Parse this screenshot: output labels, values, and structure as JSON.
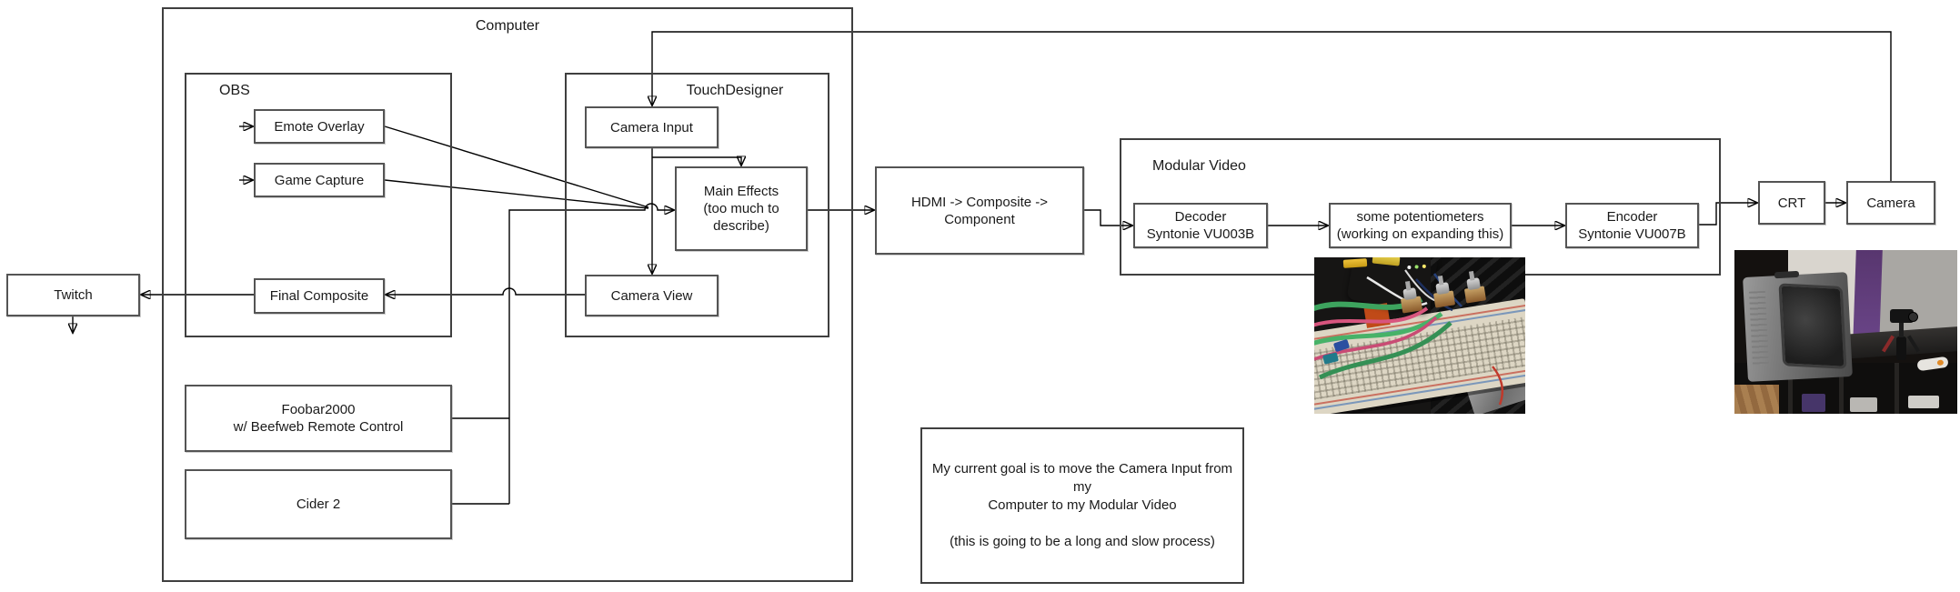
{
  "colors": {
    "line": "#000000",
    "node_border": "#545454",
    "container_border": "#3f3f3f",
    "photo_orange_device": "#e76a1e",
    "photo_green_cable": "#3da35e",
    "photo_pink_cable": "#d8557e",
    "photo_purple_stripe": "#5f3c82",
    "photo_breadboard": "#ddd6c4"
  },
  "diagram": {
    "computer": {
      "label": "Computer"
    },
    "obs": {
      "label": "OBS"
    },
    "touchdesigner": {
      "label": "TouchDesigner"
    },
    "modular_video": {
      "label": "Modular Video"
    },
    "nodes": {
      "twitch": {
        "label": "Twitch"
      },
      "emote_overlay": {
        "label": "Emote Overlay"
      },
      "game_capture": {
        "label": "Game Capture"
      },
      "final_composite": {
        "label": "Final Composite"
      },
      "camera_input": {
        "label": "Camera Input"
      },
      "main_effects": {
        "line1": "Main Effects",
        "line2": "(too much to describe)"
      },
      "camera_view": {
        "label": "Camera View"
      },
      "hdmi_converter": {
        "label": "HDMI -> Composite -> Component"
      },
      "decoder": {
        "line1": "Decoder",
        "line2": "Syntonie VU003B"
      },
      "potentiometers": {
        "line1": "some potentiometers",
        "line2": "(working on expanding this)"
      },
      "encoder": {
        "line1": "Encoder",
        "line2": "Syntonie VU007B"
      },
      "crt": {
        "label": "CRT"
      },
      "camera": {
        "label": "Camera"
      },
      "foobar2000": {
        "line1": "Foobar2000",
        "line2": "w/ Beefweb Remote Control"
      },
      "cider": {
        "label": "Cider 2"
      }
    },
    "note": {
      "line1": "My current goal is to move the Camera Input from my",
      "line2": "Computer to my Modular Video",
      "line3": "(this is going to be a long and slow process)"
    }
  }
}
